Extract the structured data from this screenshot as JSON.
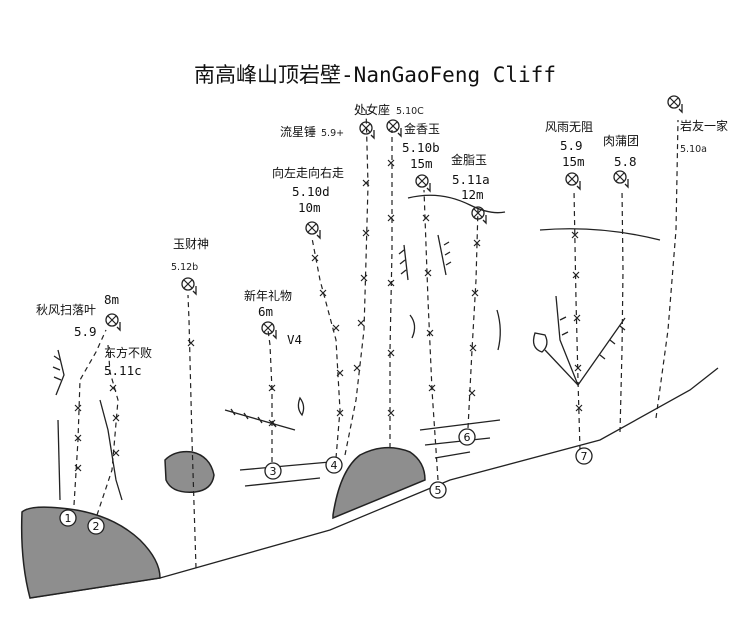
{
  "title": "南高峰山顶岩壁-NanGaoFeng Cliff",
  "routes": [
    {
      "name": "秋风扫落叶",
      "length": "8m",
      "grade": "5.9"
    },
    {
      "name": "东方不败",
      "grade": "5.11c"
    },
    {
      "name": "玉财神",
      "grade": "5.12b"
    },
    {
      "name": "新年礼物",
      "length": "6m",
      "grade": "V4"
    },
    {
      "name": "向左走向右走",
      "grade": "5.10d",
      "length": "10m"
    },
    {
      "name": "流星锤",
      "grade": "5.9+"
    },
    {
      "name": "处女座",
      "grade": "5.10C"
    },
    {
      "name": "金香玉",
      "grade": "5.10b",
      "length": "15m"
    },
    {
      "name": "金脂玉",
      "grade": "5.11a",
      "length": "12m"
    },
    {
      "name": "风雨无阻",
      "grade": "5.9",
      "length": "15m"
    },
    {
      "name": "肉蒲团",
      "grade": "5.8"
    },
    {
      "name": "岩友一家",
      "grade": "5.10a"
    }
  ],
  "markers": [
    "1",
    "2",
    "3",
    "4",
    "5",
    "6",
    "7"
  ]
}
